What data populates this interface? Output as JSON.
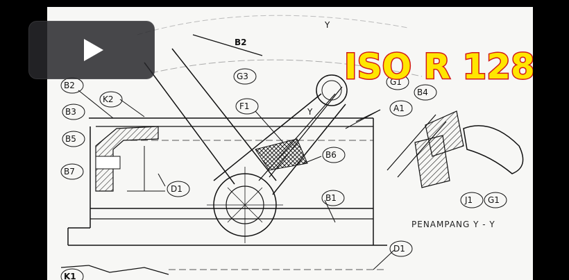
{
  "video": {
    "title_overlay": "ISO R 128",
    "play_icon": "play-icon"
  },
  "drawing": {
    "labels": [
      "B2",
      "B2",
      "K2",
      "B3",
      "B5",
      "B7",
      "G3",
      "F1",
      "G1",
      "B4",
      "A1",
      "B6",
      "D1",
      "B1",
      "J1",
      "G1",
      "D1",
      "K1"
    ],
    "section_mark": "Y",
    "caption": "PENAMPANG   Y - Y"
  },
  "colors": {
    "title_fill": "#ffe600",
    "title_stroke": "#d11a1a",
    "background": "#000000",
    "paper": "#f7f7f5"
  }
}
